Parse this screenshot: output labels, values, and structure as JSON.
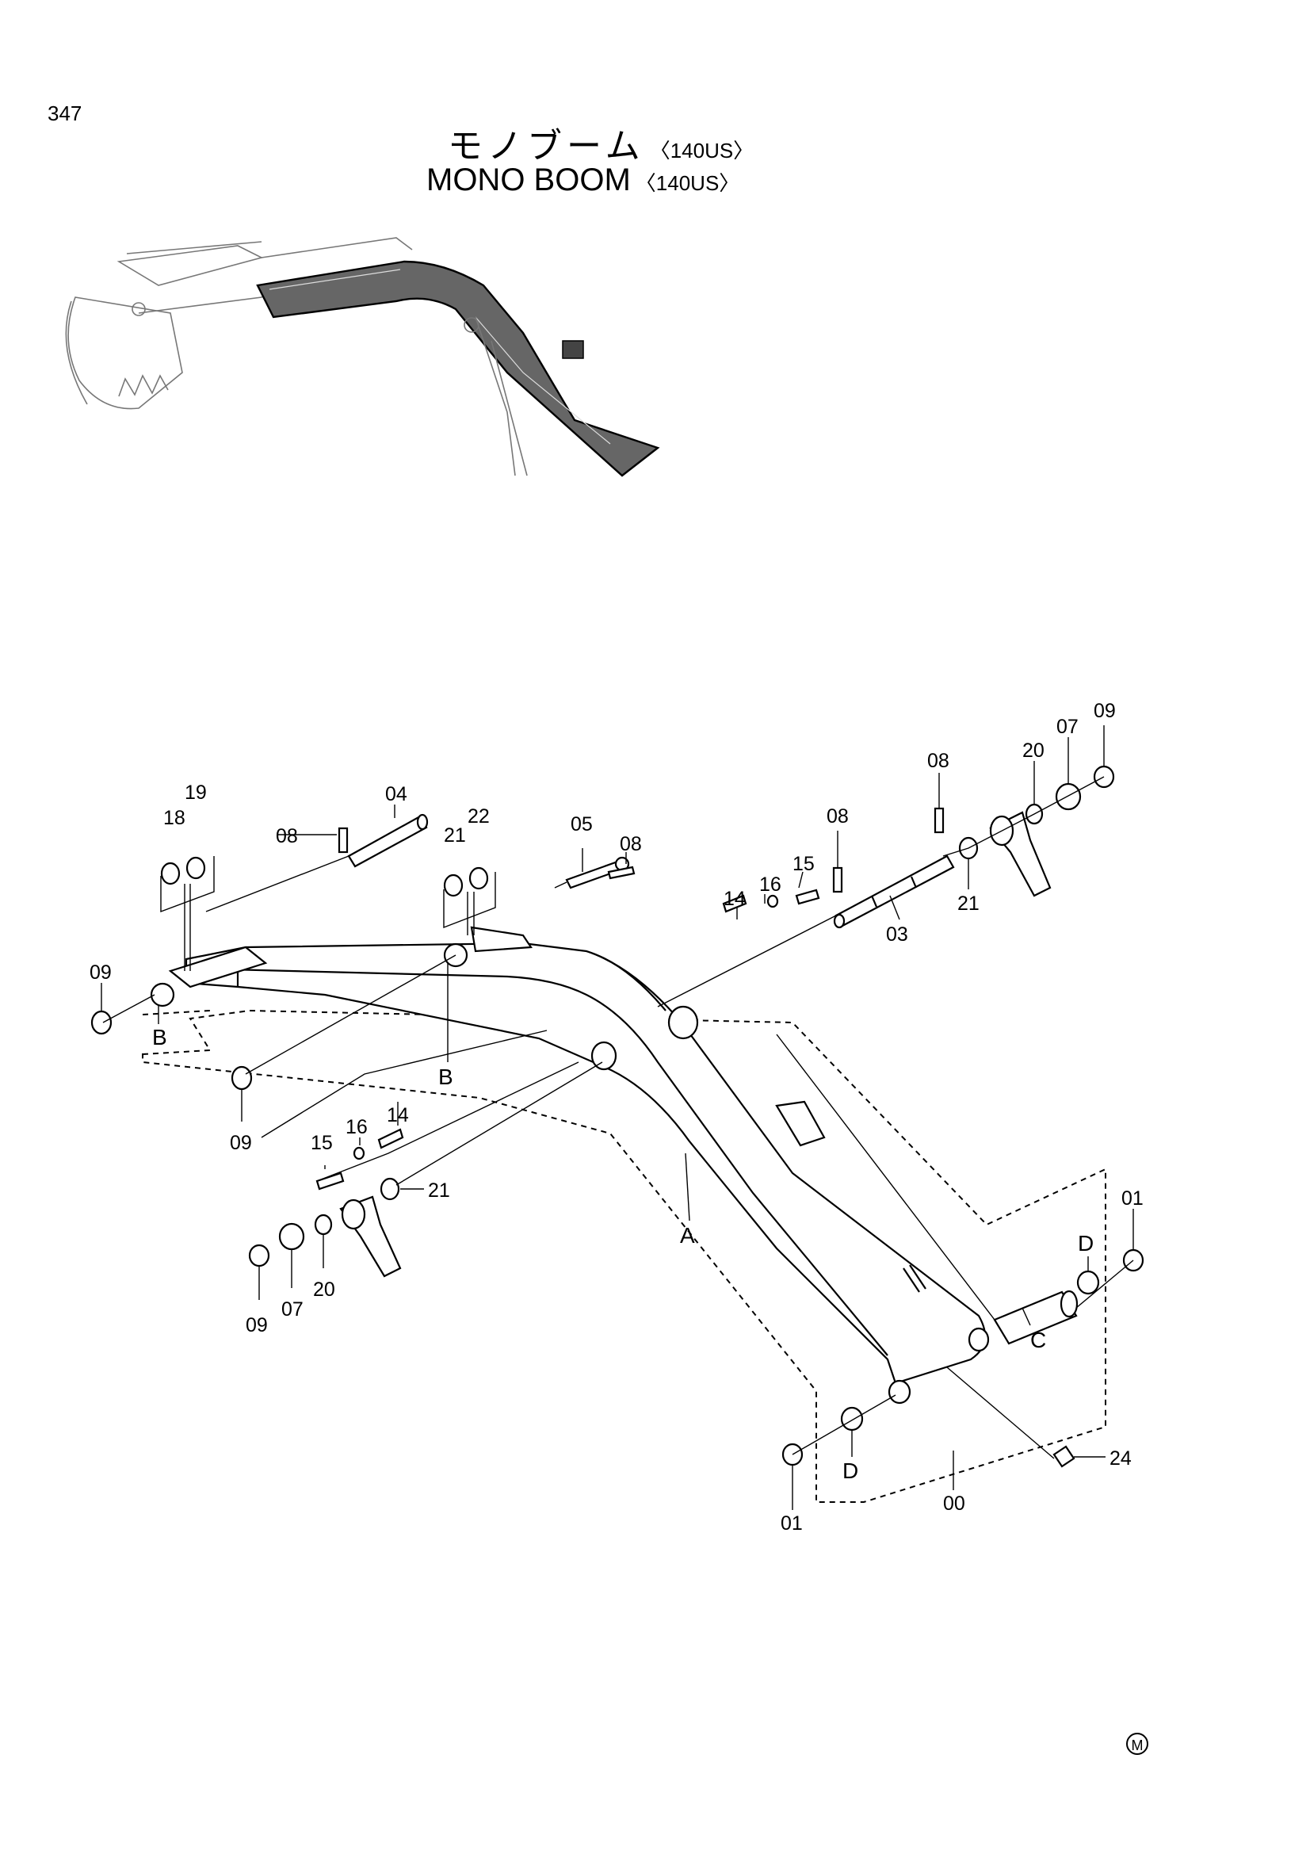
{
  "page": {
    "number": "347",
    "title_jp": "モノブーム",
    "title_en": "MONO BOOM",
    "model": "〈140US〉",
    "mark": "M"
  },
  "labels": {
    "p00": "00",
    "p01a": "01",
    "p01b": "01",
    "p03": "03",
    "p04": "04",
    "p05": "05",
    "p07a": "07",
    "p07b": "07",
    "p08a": "08",
    "p08b": "08",
    "p08c": "08",
    "p08d": "08",
    "p09a": "09",
    "p09b": "09",
    "p09c": "09",
    "p09d": "09",
    "p14a": "14",
    "p14b": "14",
    "p15a": "15",
    "p15b": "15",
    "p16a": "16",
    "p16b": "16",
    "p18": "18",
    "p19": "19",
    "p20a": "20",
    "p20b": "20",
    "p21a": "21",
    "p21b": "21",
    "p21c": "21",
    "p22": "22",
    "p24": "24",
    "A": "A",
    "Ba": "B",
    "Bb": "B",
    "C": "C",
    "Da": "D",
    "Db": "D"
  }
}
